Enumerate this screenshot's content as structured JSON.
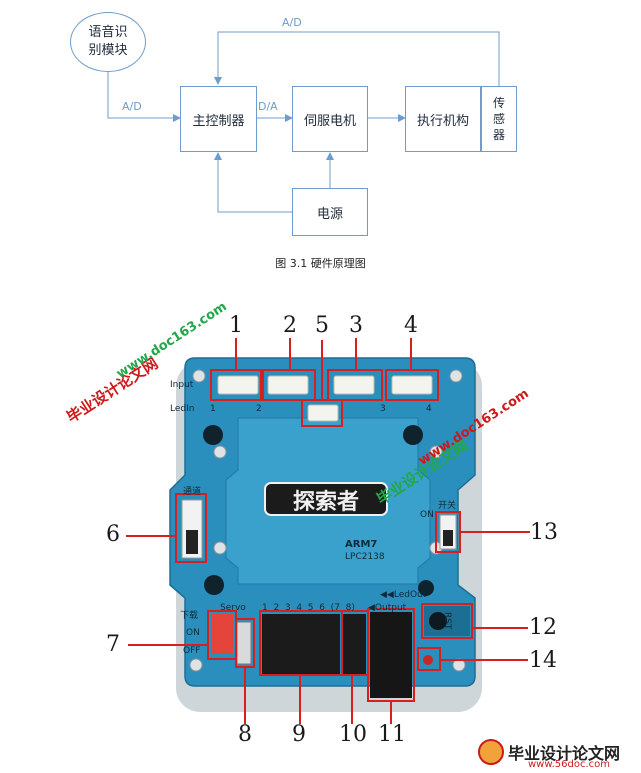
{
  "diagram": {
    "nodes": {
      "voice": "语音识\n别模块",
      "controller": "主控制器",
      "servo": "伺服电机",
      "actuator": "执行机构",
      "sensor": "传\n感\n器",
      "power": "电源"
    },
    "edge_labels": {
      "voice_to_controller": "A/D",
      "controller_to_servo": "D/A",
      "sensor_feedback": "A/D"
    },
    "caption": "图 3.1  硬件原理图"
  },
  "board": {
    "labels": {
      "input": "Input",
      "ledin": "LedIn",
      "channel": "通道",
      "switch": "开关",
      "on": "ON",
      "download": "下载",
      "off": "OFF",
      "servo": "Servo",
      "pins": "1  2  3  4  5  6  (7  8)",
      "output": "◀Output",
      "ledout": "◀◀LedOut",
      "rst": "RST",
      "brand": "探索者",
      "chip_a": "ARM7",
      "chip_b": "LPC2138",
      "ledin_1": "1",
      "ledin_2": "2",
      "ledin_3": "3",
      "ledin_4": "4"
    },
    "callouts": [
      "1",
      "2",
      "3",
      "4",
      "5",
      "6",
      "7",
      "8",
      "9",
      "10",
      "11",
      "12",
      "13",
      "14"
    ]
  },
  "watermarks": {
    "site_cn": "毕业设计论文网",
    "site_url": "www.doc163.com",
    "footer_cn": "毕业设计论文网",
    "footer_url": "www.56doc.com"
  },
  "colors": {
    "block_border": "#6e9ccc",
    "board": "#2b8fbd",
    "callout_box": "#d62020",
    "watermark_green": "#22a84a",
    "watermark_red": "#cc1a1a"
  }
}
